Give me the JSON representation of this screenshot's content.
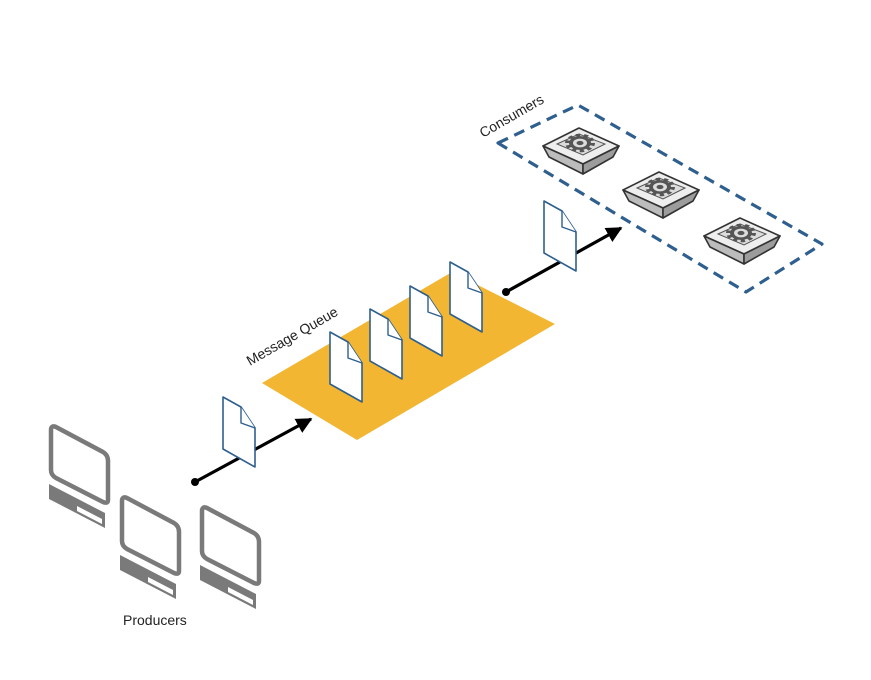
{
  "labels": {
    "message_queue": "Message Queue",
    "consumers": "Consumers",
    "producers": "Producers"
  },
  "icons": {
    "producer": "computer-terminal-icon",
    "consumer": "gear-server-icon",
    "message": "document-icon"
  },
  "colors": {
    "queue": "#F2B632",
    "consumer_group_border": "#2E5F8E",
    "document_outline": "#2E5F8E",
    "producer_gray": "#7A7A7A",
    "arrow": "#000000"
  }
}
